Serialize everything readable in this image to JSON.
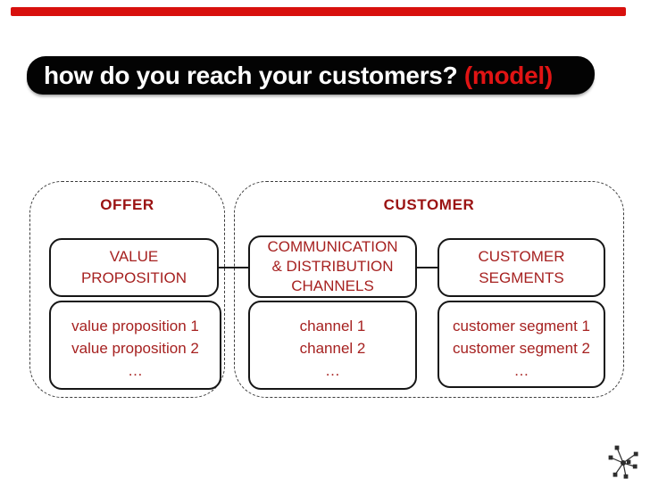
{
  "title": {
    "main": "how do you reach your customers? ",
    "accent": "(model)"
  },
  "colors": {
    "top_bar": "#d8100d",
    "title_accent": "#e11414",
    "group_label": "#9a1212",
    "diagram_text": "#a62120",
    "banner_bg": "#030303"
  },
  "diagram": {
    "offer": {
      "label": "OFFER",
      "header": {
        "line1": "VALUE",
        "line2": "PROPOSITION"
      },
      "items": {
        "item1": "value proposition 1",
        "item2": "value proposition 2",
        "item3": "…"
      }
    },
    "customer": {
      "label": "CUSTOMER",
      "channels": {
        "header": {
          "line1": "COMMUNICATION",
          "line2": "& DISTRIBUTION",
          "line3": "CHANNELS"
        },
        "items": {
          "item1": "channel 1",
          "item2": "channel 2",
          "item3": "…"
        }
      },
      "segments": {
        "header": {
          "line1": "CUSTOMER",
          "line2": "SEGMENTS"
        },
        "items": {
          "item1": "customer segment 1",
          "item2": "customer segment 2",
          "item3": "…"
        }
      }
    }
  },
  "footer": {
    "logo_icon": "molecule-icon"
  }
}
